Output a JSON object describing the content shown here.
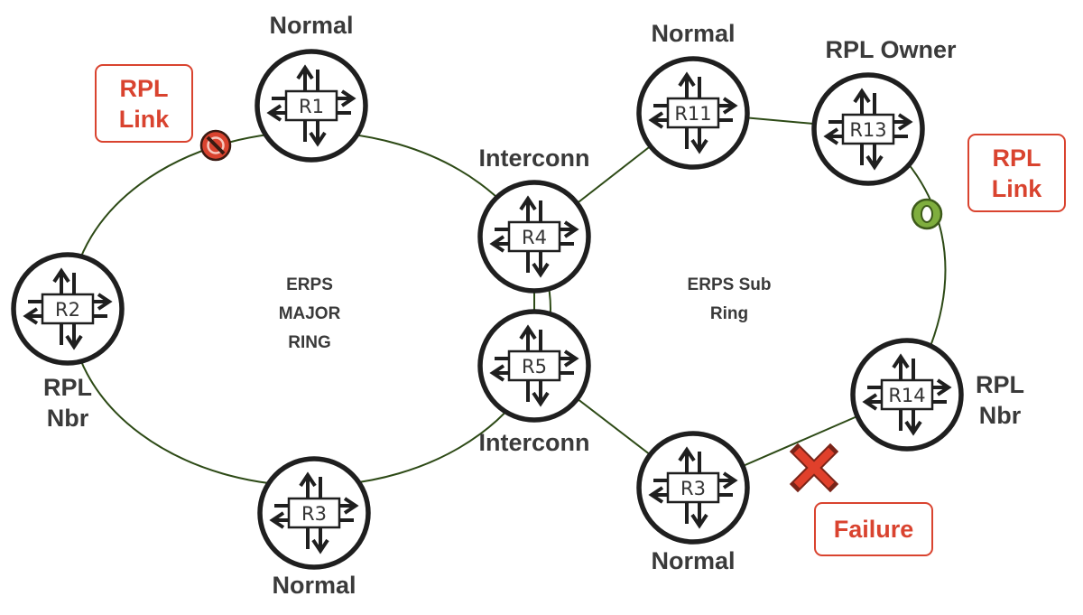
{
  "colors": {
    "link": "#2d4a16",
    "router": "#1f1f1f",
    "alert": "#d9432f",
    "ok": "#7fae3e"
  },
  "icons": {
    "router": "router-icon",
    "blocked": "blocked-port-icon",
    "unblocked": "unblocked-port-icon",
    "failure": "failure-x-icon"
  },
  "routers": {
    "r1": {
      "name": "R1",
      "role": "Normal"
    },
    "r2": {
      "name": "R2",
      "role": "RPL Nbr"
    },
    "r3a": {
      "name": "R3",
      "role": "Normal"
    },
    "r4": {
      "name": "R4",
      "role": "Interconn"
    },
    "r5": {
      "name": "R5",
      "role": "Interconn"
    },
    "r11": {
      "name": "R11",
      "role": "Normal"
    },
    "r13": {
      "name": "R13",
      "role": "RPL Owner"
    },
    "r14": {
      "name": "R14",
      "role": "RPL Nbr"
    },
    "r3b": {
      "name": "R3",
      "role": "Normal"
    }
  },
  "rings": {
    "major": {
      "line1": "ERPS",
      "line2": "MAJOR",
      "line3": "RING"
    },
    "sub": {
      "line1": "ERPS Sub",
      "line2": "Ring"
    }
  },
  "callouts": {
    "rpl_link_left": {
      "line1": "RPL",
      "line2": "Link"
    },
    "rpl_link_right": {
      "line1": "RPL",
      "line2": "Link"
    },
    "failure": {
      "text": "Failure"
    }
  },
  "role_labels": {
    "r2_line1": "RPL",
    "r2_line2": "Nbr",
    "r14_line1": "RPL",
    "r14_line2": "Nbr"
  }
}
